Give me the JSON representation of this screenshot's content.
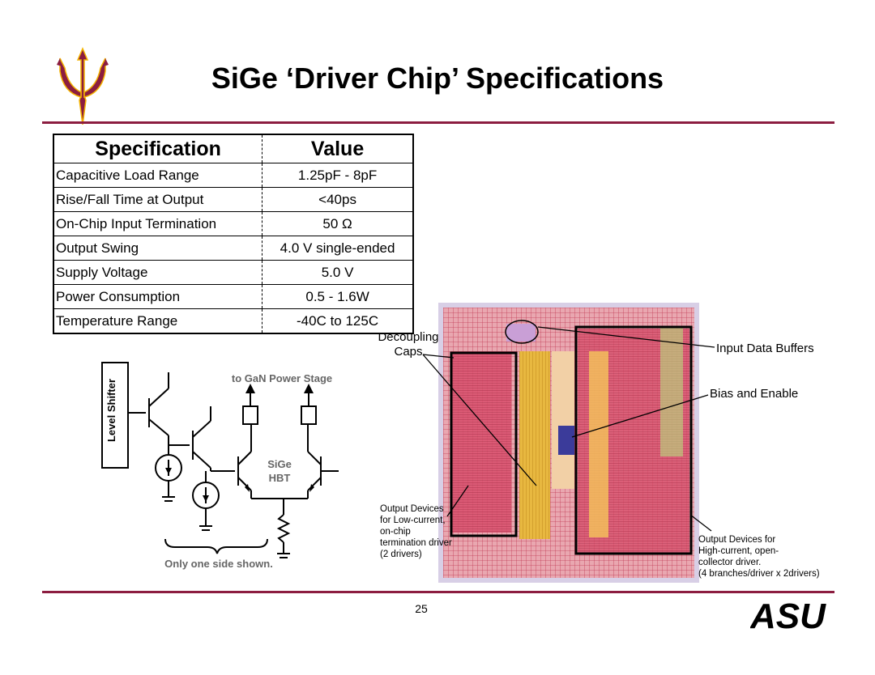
{
  "slide": {
    "title": "SiGe ‘Driver Chip’ Specifications",
    "page_number": "25"
  },
  "colors": {
    "accent": "#8c1d40",
    "gold": "#f4b400"
  },
  "spec_table": {
    "headers": [
      "Specification",
      "Value"
    ],
    "rows": [
      {
        "spec": "Capacitive Load Range",
        "value": "1.25pF - 8pF"
      },
      {
        "spec": "Rise/Fall Time at Output",
        "value": "<40ps"
      },
      {
        "spec": "On-Chip Input Termination",
        "value": "50 Ω"
      },
      {
        "spec": "Output Swing",
        "value": "4.0 V single-ended"
      },
      {
        "spec": "Supply Voltage",
        "value": "5.0 V"
      },
      {
        "spec": "Power Consumption",
        "value": "0.5 - 1.6W"
      },
      {
        "spec": "Temperature Range",
        "value": "-40C to 125C"
      }
    ]
  },
  "circuit": {
    "level_shifter": "Level Shifter",
    "to_gan": "to GaN Power Stage",
    "sige_line1": "SiGe",
    "sige_line2": "HBT",
    "caption": "Only one side shown."
  },
  "die_labels": {
    "decoupling_line1": "Decoupling",
    "decoupling_line2": "Caps",
    "input_buffers": "Input Data Buffers",
    "bias_enable": "Bias and Enable",
    "low_current": [
      "Output Devices",
      "for Low-current,",
      "on-chip",
      "termination driver",
      "(2 drivers)"
    ],
    "high_current": [
      "Output Devices for",
      "High-current, open-",
      "collector driver.",
      "(4 branches/driver x 2drivers)"
    ]
  },
  "icons": {
    "university_logo": "pitchfork-icon",
    "footer_logo": "asu-logo-icon"
  },
  "logo_text": "ASU"
}
